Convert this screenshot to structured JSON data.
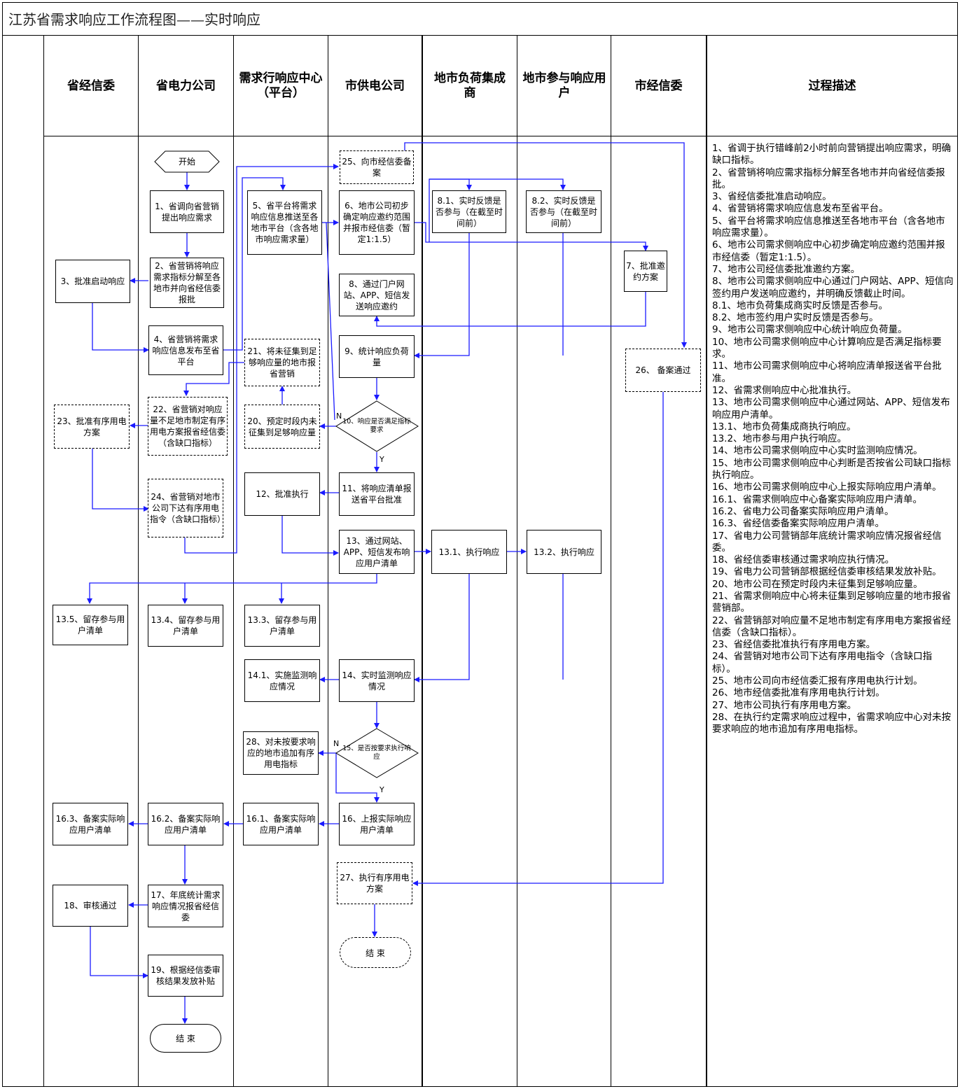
{
  "title": "江苏省需求响应工作流程图——实时响应",
  "columns": [
    "省经信委",
    "省电力公司",
    "需求行响应中心（平台）",
    "市供电公司",
    "地市负荷集成商",
    "地市参与响应用户",
    "市经信委",
    "过程描述"
  ],
  "nodes": {
    "start": "开始",
    "n1": "1、省调向省营销提出响应需求",
    "n2": "2、省营销将响应需求指标分解至各地市并向省经信委报批",
    "n3": "3、批准启动响应",
    "n4": "4、省营销将需求响应信息发布至省平台",
    "n5": "5、省平台将需求响应信息推送至各地市平台（含各地市响应需求量）",
    "n6": "6、地市公司初步确定响应邀约范围并报市经信委（暂定1:1.5）",
    "n7": "7、批准邀约方案",
    "n8": "8、通过门户网站、APP、短信发送响应邀约",
    "n81": "8.1、实时反馈是否参与（在截至时间前）",
    "n82": "8.2、实时反馈是否参与（在截至时间前）",
    "n9": "9、统计响应负荷量",
    "n10": "10、响应是否满足指标要求",
    "n11": "11、将响应清单报送省平台批准",
    "n12": "12、批准执行",
    "n13": "13、通过网站、APP、短信发布响应用户清单",
    "n131": "13.1、执行响应",
    "n132": "13.2、执行响应",
    "n133": "13.3、留存参与用户清单",
    "n134": "13.4、留存参与用户清单",
    "n135": "13.5、留存参与用户清单",
    "n14": "14、实时监测响应情况",
    "n141": "14.1、实施监测响应情况",
    "n15": "15、是否按要求执行响应",
    "n16": "16、上报实际响应用户清单",
    "n161": "16.1、备案实际响应用户清单",
    "n162": "16.2、备案实际响应用户清单",
    "n163": "16.3、备案实际响应用户清单",
    "n17": "17、年底统计需求响应情况报省经信委",
    "n18": "18、审核通过",
    "n19": "19、根据经信委审核结果发放补贴",
    "n20": "20、预定时段内未征集到足够响应量",
    "n21": "21、将未征集到足够响应量的地市报省营销",
    "n22": "22、省营销对响应量不足地市制定有序用电方案报省经信委（含缺口指标）",
    "n23": "23、批准有序用电方案",
    "n24": "24、省营销对地市公司下达有序用电指令（含缺口指标）",
    "n25": "25、向市经信委备案",
    "n26": "26、 备案通过",
    "n27": "27、执行有序用电方案",
    "n28": "28、对未按要求响应的地市追加有序用电指标",
    "end1": "结 束",
    "end2": "结 束"
  },
  "labels": {
    "n10_no": "N",
    "n10_yes": "Y",
    "n15_no": "N",
    "n15_yes": "Y"
  },
  "description": [
    "1、省调于执行错峰前2小时前向营销提出响应需求，明确缺口指标。",
    "2、省营销将响应需求指标分解至各地市并向省经信委报批。",
    "3、省经信委批准启动响应。",
    "4、省营销将需求响应信息发布至省平台。",
    "5、省平台将需求响应信息推送至各地市平台（含各地市响应需求量）。",
    "6、地市公司需求侧响应中心初步确定响应邀约范围并报市经信委（暂定1:1.5）。",
    "7、地市公司经信委批准邀约方案。",
    "8、地市公司需求侧响应中心通过门户网站、APP、短信向签约用户发送响应邀约，并明确反馈截止时间。",
    "8.1、地市负荷集成商实时反馈是否参与。",
    "8.2、地市签约用户实时反馈是否参与。",
    "9、地市公司需求侧响应中心统计响应负荷量。",
    "10、地市公司需求侧响应中心计算响应是否满足指标要求。",
    "11、地市公司需求侧响应中心将响应清单报送省平台批准。",
    "12、省需求侧响应中心批准执行。",
    "13、地市公司需求侧响应中心通过网站、APP、短信发布响应用户清单。",
    "13.1、地市负荷集成商执行响应。",
    "13.2、地市参与用户执行响应。",
    "14、地市公司需求侧响应中心实时监测响应情况。",
    "15、地市公司需求侧响应中心判断是否按省公司缺口指标执行响应。",
    "16、地市公司需求侧响应中心上报实际响应用户清单。",
    "16.1、省需求侧响应中心备案实际响应用户清单。",
    "16.2、省电力公司备案实际响应用户清单。",
    "16.3、省经信委备案实际响应用户清单。",
    "17、省电力公司营销部年底统计需求响应情况报省经信委。",
    "18、省经信委审核通过需求响应执行情况。",
    "19、省电力公司营销部根据经信委审核结果发放补贴。",
    "20、地市公司在预定时段内未征集到足够响应量。",
    "21、省需求侧响应中心将未征集到足够响应量的地市报省营销部。",
    "22、省营销部对响应量不足地市制定有序用电方案报省经信委（含缺口指标）。",
    "23、省经信委批准执行有序用电方案。",
    "24、省营销对地市公司下达有序用电指令（含缺口指标）。",
    "25、地市公司向市经信委汇报有序用电执行计划。",
    "26、地市经信委批准有序用电执行计划。",
    "27、地市公司执行有序用电方案。",
    "28、在执行约定需求响应过程中，省需求响应中心对未按要求响应的地市追加有序用电指标。"
  ]
}
